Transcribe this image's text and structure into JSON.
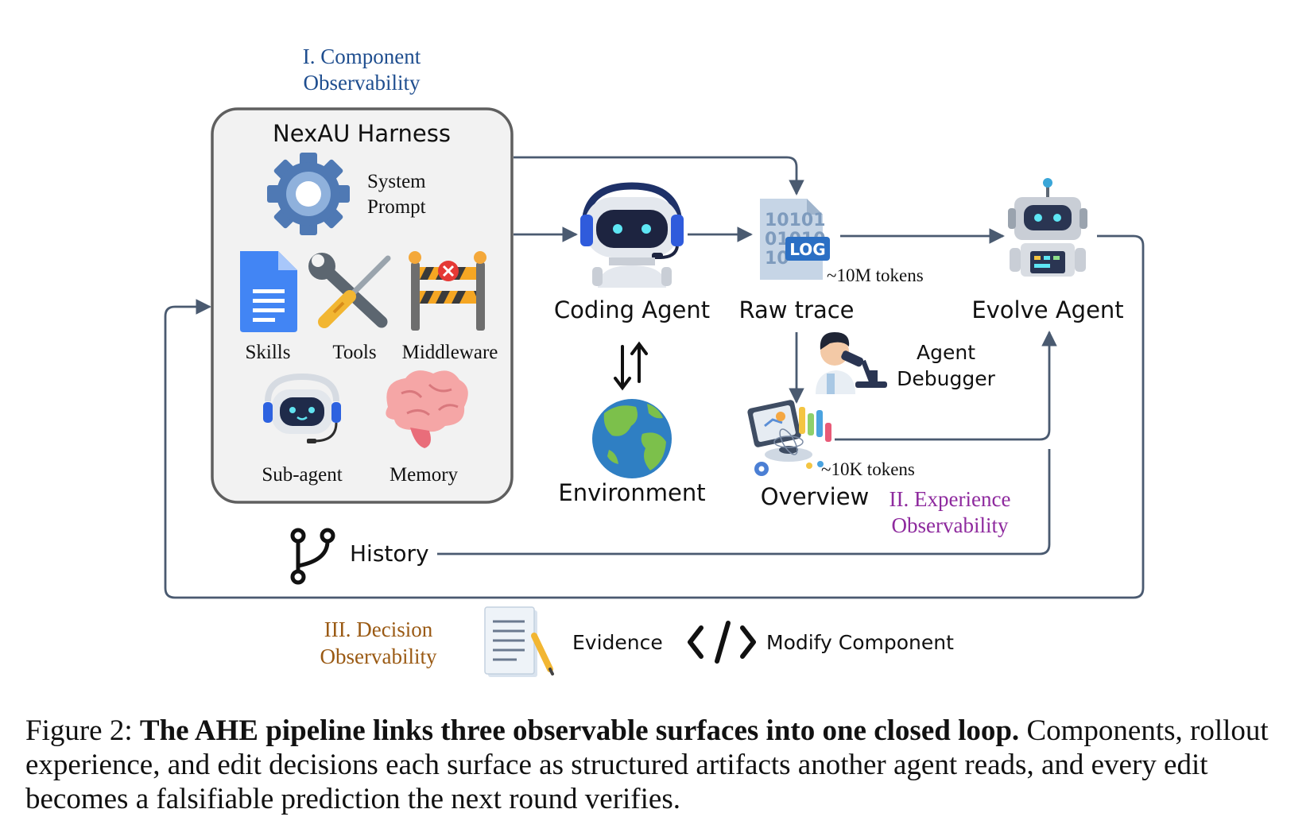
{
  "sections": {
    "component_line1": "I. Component",
    "component_line2": "Observability",
    "experience_line1": "II. Experience",
    "experience_line2": "Observability",
    "decision_line1": "III. Decision",
    "decision_line2": "Observability"
  },
  "harness": {
    "title": "NexAU Harness",
    "system_prompt_line1": "System",
    "system_prompt_line2": "Prompt",
    "skills": "Skills",
    "tools": "Tools",
    "middleware": "Middleware",
    "subagent": "Sub-agent",
    "memory": "Memory"
  },
  "nodes": {
    "coding_agent": "Coding Agent",
    "environment": "Environment",
    "raw_trace": "Raw trace",
    "raw_tokens": "~10M tokens",
    "evolve_agent": "Evolve Agent",
    "debugger_line1": "Agent",
    "debugger_line2": "Debugger",
    "overview": "Overview",
    "overview_tokens": "~10K tokens",
    "history": "History",
    "evidence": "Evidence",
    "modify": "Modify Component",
    "log_badge": "LOG"
  },
  "caption": {
    "prefix": "Figure 2: ",
    "bold": "The AHE pipeline links three observable surfaces into one closed loop.",
    "rest": " Components, rollout experience, and edit decisions each surface as structured artifacts another agent reads, and every edit becomes a falsifiable prediction the next round verifies."
  },
  "colors": {
    "component": "#1f4e8f",
    "experience": "#8e2a9e",
    "decision": "#9a5a14",
    "arrow": "#4a5a70"
  }
}
